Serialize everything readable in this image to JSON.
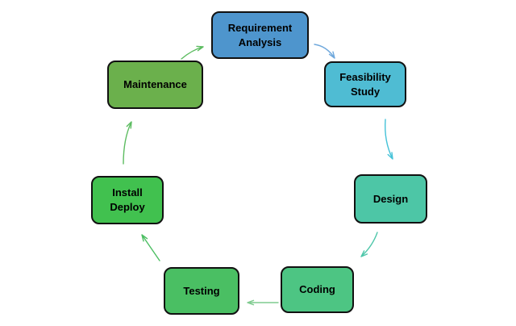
{
  "diagram": {
    "type": "cycle-flowchart",
    "background": "#ffffff"
  },
  "nodes": [
    {
      "id": "requirement-analysis",
      "label": "Requirement Analysis",
      "fill": "#4E95CD"
    },
    {
      "id": "feasibility-study",
      "label": "Feasibility Study",
      "fill": "#4FBCD3"
    },
    {
      "id": "design",
      "label": "Design",
      "fill": "#4DC6A6"
    },
    {
      "id": "coding",
      "label": "Coding",
      "fill": "#4DC583"
    },
    {
      "id": "testing",
      "label": "Testing",
      "fill": "#4ABF63"
    },
    {
      "id": "install-deploy",
      "label": "Install Deploy",
      "fill": "#41C14F"
    },
    {
      "id": "maintenance",
      "label": "Maintenance",
      "fill": "#6BB04C"
    }
  ],
  "edges": [
    {
      "from": "requirement-analysis",
      "to": "feasibility-study",
      "color": "#6FA8DC"
    },
    {
      "from": "feasibility-study",
      "to": "design",
      "color": "#45C2D8"
    },
    {
      "from": "design",
      "to": "coding",
      "color": "#4FC7AA"
    },
    {
      "from": "coding",
      "to": "testing",
      "color": "#7FCB8F"
    },
    {
      "from": "testing",
      "to": "install-deploy",
      "color": "#4CBE62"
    },
    {
      "from": "install-deploy",
      "to": "maintenance",
      "color": "#5CBC60"
    },
    {
      "from": "maintenance",
      "to": "requirement-analysis",
      "color": "#5CBC60"
    }
  ]
}
